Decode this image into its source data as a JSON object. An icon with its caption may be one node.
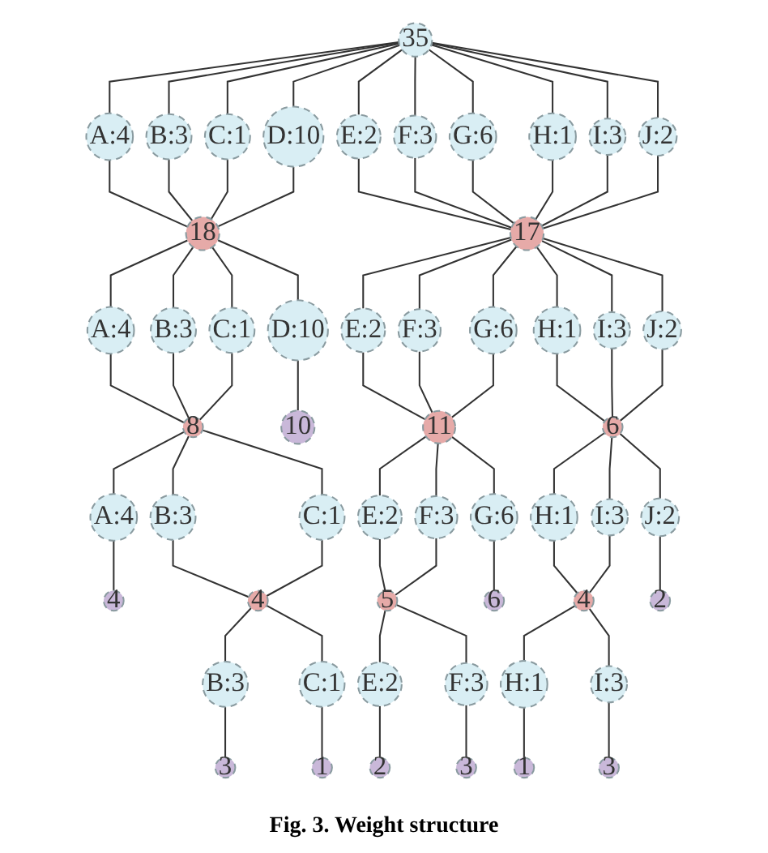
{
  "diagram": {
    "caption": "Fig. 3. Weight structure",
    "nodes": [
      {
        "text": [
          "35"
        ]
      },
      {
        "text": [
          "A:4"
        ]
      },
      {
        "text": [
          "B:3"
        ]
      },
      {
        "text": [
          "C:1"
        ]
      },
      {
        "text": [
          "D:10"
        ]
      },
      {
        "text": [
          "E:2"
        ]
      },
      {
        "text": [
          "F:3"
        ]
      },
      {
        "text": [
          "G:6"
        ]
      },
      {
        "text": [
          "H:1"
        ]
      },
      {
        "text": [
          "I:3"
        ]
      },
      {
        "text": [
          "J:2"
        ]
      },
      {
        "text": [
          "18"
        ]
      },
      {
        "text": [
          "17"
        ]
      },
      {
        "text": [
          "A:4"
        ]
      },
      {
        "text": [
          "B:3"
        ]
      },
      {
        "text": [
          "C:1"
        ]
      },
      {
        "text": [
          "D:10"
        ]
      },
      {
        "text": [
          "E:2"
        ]
      },
      {
        "text": [
          "F:3"
        ]
      },
      {
        "text": [
          "G:6"
        ]
      },
      {
        "text": [
          "H:1"
        ]
      },
      {
        "text": [
          "I:3"
        ]
      },
      {
        "text": [
          "J:2"
        ]
      },
      {
        "text": [
          "8"
        ]
      },
      {
        "text": [
          "10"
        ]
      },
      {
        "text": [
          "11"
        ]
      },
      {
        "text": [
          "6"
        ]
      },
      {
        "text": [
          "A:4"
        ]
      },
      {
        "text": [
          "B:3"
        ]
      },
      {
        "text": [
          "C:1"
        ]
      },
      {
        "text": [
          "E:2"
        ]
      },
      {
        "text": [
          "F:3"
        ]
      },
      {
        "text": [
          "G:6"
        ]
      },
      {
        "text": [
          "H:1"
        ]
      },
      {
        "text": [
          "I:3"
        ]
      },
      {
        "text": [
          "J:2"
        ]
      },
      {
        "text": [
          "4"
        ]
      },
      {
        "text": [
          "4"
        ]
      },
      {
        "text": [
          "5"
        ]
      },
      {
        "text": [
          "6"
        ]
      },
      {
        "text": [
          "4"
        ]
      },
      {
        "text": [
          "2"
        ]
      },
      {
        "text": [
          "B:3"
        ]
      },
      {
        "text": [
          "C:1"
        ]
      },
      {
        "text": [
          "E:2"
        ]
      },
      {
        "text": [
          "F:3"
        ]
      },
      {
        "text": [
          "H:1"
        ]
      },
      {
        "text": [
          "I:3"
        ]
      },
      {
        "text": [
          "3"
        ]
      },
      {
        "text": [
          "1"
        ]
      },
      {
        "text": [
          "2"
        ]
      },
      {
        "text": [
          "3"
        ]
      },
      {
        "text": [
          "1"
        ]
      },
      {
        "text": [
          "3"
        ]
      }
    ],
    "edges": [
      {
        "from": 0,
        "to": 1,
        "arrow": "none"
      },
      {
        "from": 0,
        "to": 2,
        "arrow": "none"
      },
      {
        "from": 0,
        "to": 3,
        "arrow": "none"
      },
      {
        "from": 0,
        "to": 4,
        "arrow": "none"
      },
      {
        "from": 0,
        "to": 5,
        "arrow": "none"
      },
      {
        "from": 0,
        "to": 6,
        "arrow": "none"
      },
      {
        "from": 0,
        "to": 7,
        "arrow": "none"
      },
      {
        "from": 0,
        "to": 8,
        "arrow": "none"
      },
      {
        "from": 0,
        "to": 9,
        "arrow": "none"
      },
      {
        "from": 0,
        "to": 10,
        "arrow": "none"
      },
      {
        "from": 1,
        "to": 11,
        "arrow": "none"
      },
      {
        "from": 2,
        "to": 11,
        "arrow": "none"
      },
      {
        "from": 3,
        "to": 11,
        "arrow": "none"
      },
      {
        "from": 4,
        "to": 11,
        "arrow": "none"
      },
      {
        "from": 5,
        "to": 12,
        "arrow": "none"
      },
      {
        "from": 6,
        "to": 12,
        "arrow": "none"
      },
      {
        "from": 7,
        "to": 12,
        "arrow": "none"
      },
      {
        "from": 8,
        "to": 12,
        "arrow": "none"
      },
      {
        "from": 9,
        "to": 12,
        "arrow": "none"
      },
      {
        "from": 10,
        "to": 12,
        "arrow": "none"
      },
      {
        "from": 11,
        "to": 13,
        "arrow": "none"
      },
      {
        "from": 11,
        "to": 14,
        "arrow": "none"
      },
      {
        "from": 11,
        "to": 15,
        "arrow": "none"
      },
      {
        "from": 11,
        "to": 16,
        "arrow": "none"
      },
      {
        "from": 12,
        "to": 17,
        "arrow": "none"
      },
      {
        "from": 12,
        "to": 18,
        "arrow": "none"
      },
      {
        "from": 12,
        "to": 19,
        "arrow": "none"
      },
      {
        "from": 12,
        "to": 20,
        "arrow": "none"
      },
      {
        "from": 12,
        "to": 21,
        "arrow": "none"
      },
      {
        "from": 12,
        "to": 22,
        "arrow": "none"
      },
      {
        "from": 13,
        "to": 23,
        "arrow": "none"
      },
      {
        "from": 14,
        "to": 23,
        "arrow": "none"
      },
      {
        "from": 15,
        "to": 23,
        "arrow": "none"
      },
      {
        "from": 16,
        "to": 24,
        "arrow": "none"
      },
      {
        "from": 17,
        "to": 25,
        "arrow": "none"
      },
      {
        "from": 18,
        "to": 25,
        "arrow": "none"
      },
      {
        "from": 19,
        "to": 25,
        "arrow": "none"
      },
      {
        "from": 20,
        "to": 26,
        "arrow": "none"
      },
      {
        "from": 21,
        "to": 26,
        "arrow": "none"
      },
      {
        "from": 22,
        "to": 26,
        "arrow": "none"
      },
      {
        "from": 23,
        "to": 27,
        "arrow": "none"
      },
      {
        "from": 23,
        "to": 28,
        "arrow": "none"
      },
      {
        "from": 23,
        "to": 29,
        "arrow": "none"
      },
      {
        "from": 25,
        "to": 30,
        "arrow": "none"
      },
      {
        "from": 25,
        "to": 31,
        "arrow": "none"
      },
      {
        "from": 25,
        "to": 32,
        "arrow": "none"
      },
      {
        "from": 26,
        "to": 33,
        "arrow": "none"
      },
      {
        "from": 26,
        "to": 34,
        "arrow": "none"
      },
      {
        "from": 26,
        "to": 35,
        "arrow": "none"
      },
      {
        "from": 27,
        "to": 36,
        "arrow": "none"
      },
      {
        "from": 28,
        "to": 37,
        "arrow": "none"
      },
      {
        "from": 29,
        "to": 37,
        "arrow": "none"
      },
      {
        "from": 30,
        "to": 38,
        "arrow": "none"
      },
      {
        "from": 31,
        "to": 38,
        "arrow": "none"
      },
      {
        "from": 32,
        "to": 39,
        "arrow": "none"
      },
      {
        "from": 33,
        "to": 40,
        "arrow": "none"
      },
      {
        "from": 34,
        "to": 40,
        "arrow": "none"
      },
      {
        "from": 35,
        "to": 41,
        "arrow": "none"
      },
      {
        "from": 37,
        "to": 42,
        "arrow": "none"
      },
      {
        "from": 37,
        "to": 43,
        "arrow": "none"
      },
      {
        "from": 38,
        "to": 44,
        "arrow": "none"
      },
      {
        "from": 38,
        "to": 45,
        "arrow": "none"
      },
      {
        "from": 40,
        "to": 46,
        "arrow": "none"
      },
      {
        "from": 40,
        "to": 47,
        "arrow": "none"
      },
      {
        "from": 42,
        "to": 48,
        "arrow": "none"
      },
      {
        "from": 43,
        "to": 49,
        "arrow": "none"
      },
      {
        "from": 44,
        "to": 50,
        "arrow": "none"
      },
      {
        "from": 45,
        "to": 51,
        "arrow": "none"
      },
      {
        "from": 46,
        "to": 52,
        "arrow": "none"
      },
      {
        "from": 47,
        "to": 53,
        "arrow": "none"
      }
    ]
  }
}
